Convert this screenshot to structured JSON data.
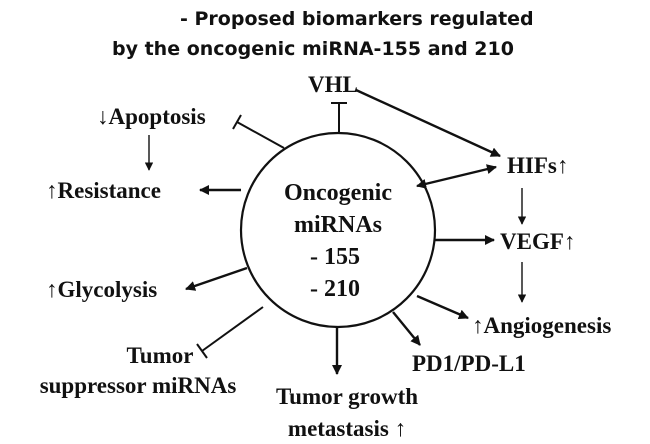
{
  "title": {
    "line1": "- Proposed biomarkers regulated",
    "line2": "by the oncogenic miRNA-155 and 210"
  },
  "center": {
    "line1": "Oncogenic",
    "line2": "miRNAs",
    "line3": "- 155",
    "line4": "- 210"
  },
  "nodes": {
    "vhl": "VHL",
    "apoptosis": "↓Apoptosis",
    "resistance": "↑Resistance",
    "glycolysis": "↑Glycolysis",
    "tumor_suppressor_line1": "Tumor",
    "tumor_suppressor_line2": "suppressor miRNAs",
    "tumor_growth_line1": "Tumor growth",
    "tumor_growth_line2": "metastasis ↑",
    "pd1": "PD1/PD-L1",
    "angiogenesis": "↑Angiogenesis",
    "vegf": "VEGF↑",
    "hifs": "HIFs↑"
  },
  "colors": {
    "ink": "#111111",
    "background": "#ffffff"
  }
}
